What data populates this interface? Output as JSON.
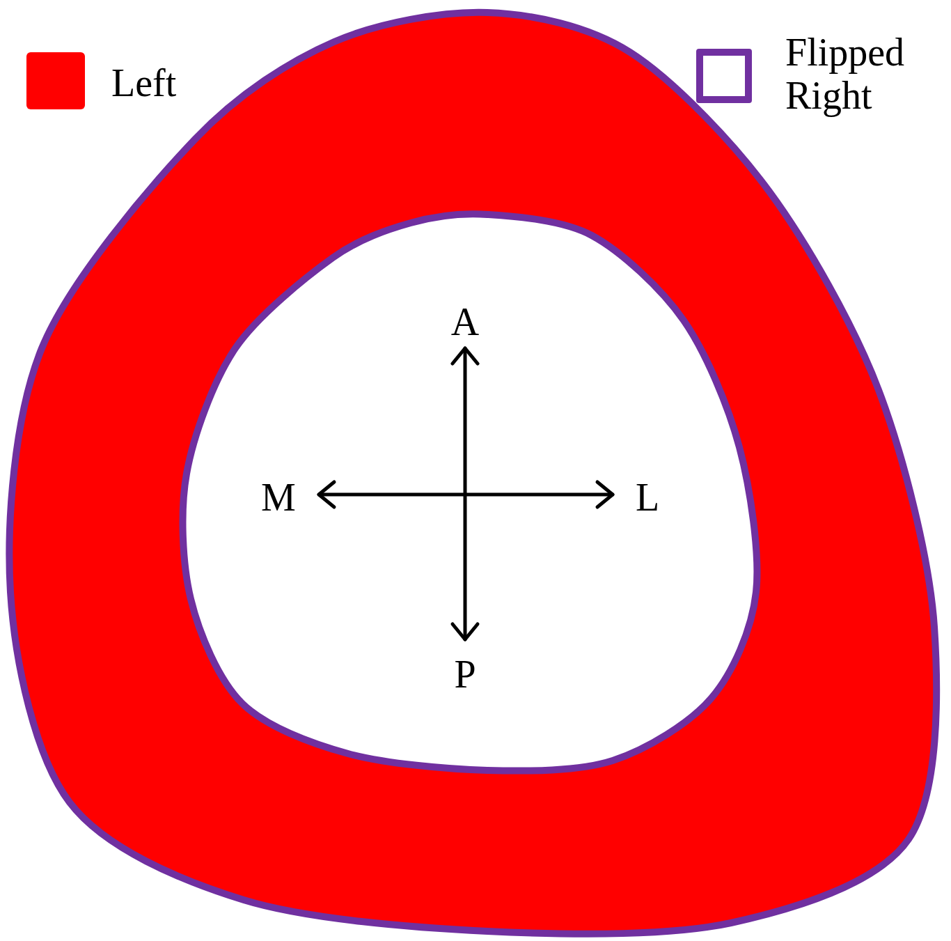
{
  "diagram": {
    "labels": [
      "A",
      "M",
      "L",
      "P"
    ],
    "legend": [
      {
        "text": "Left",
        "color": "#ff0000"
      },
      {
        "text": "Flipped Right"
      }
    ]
  }
}
